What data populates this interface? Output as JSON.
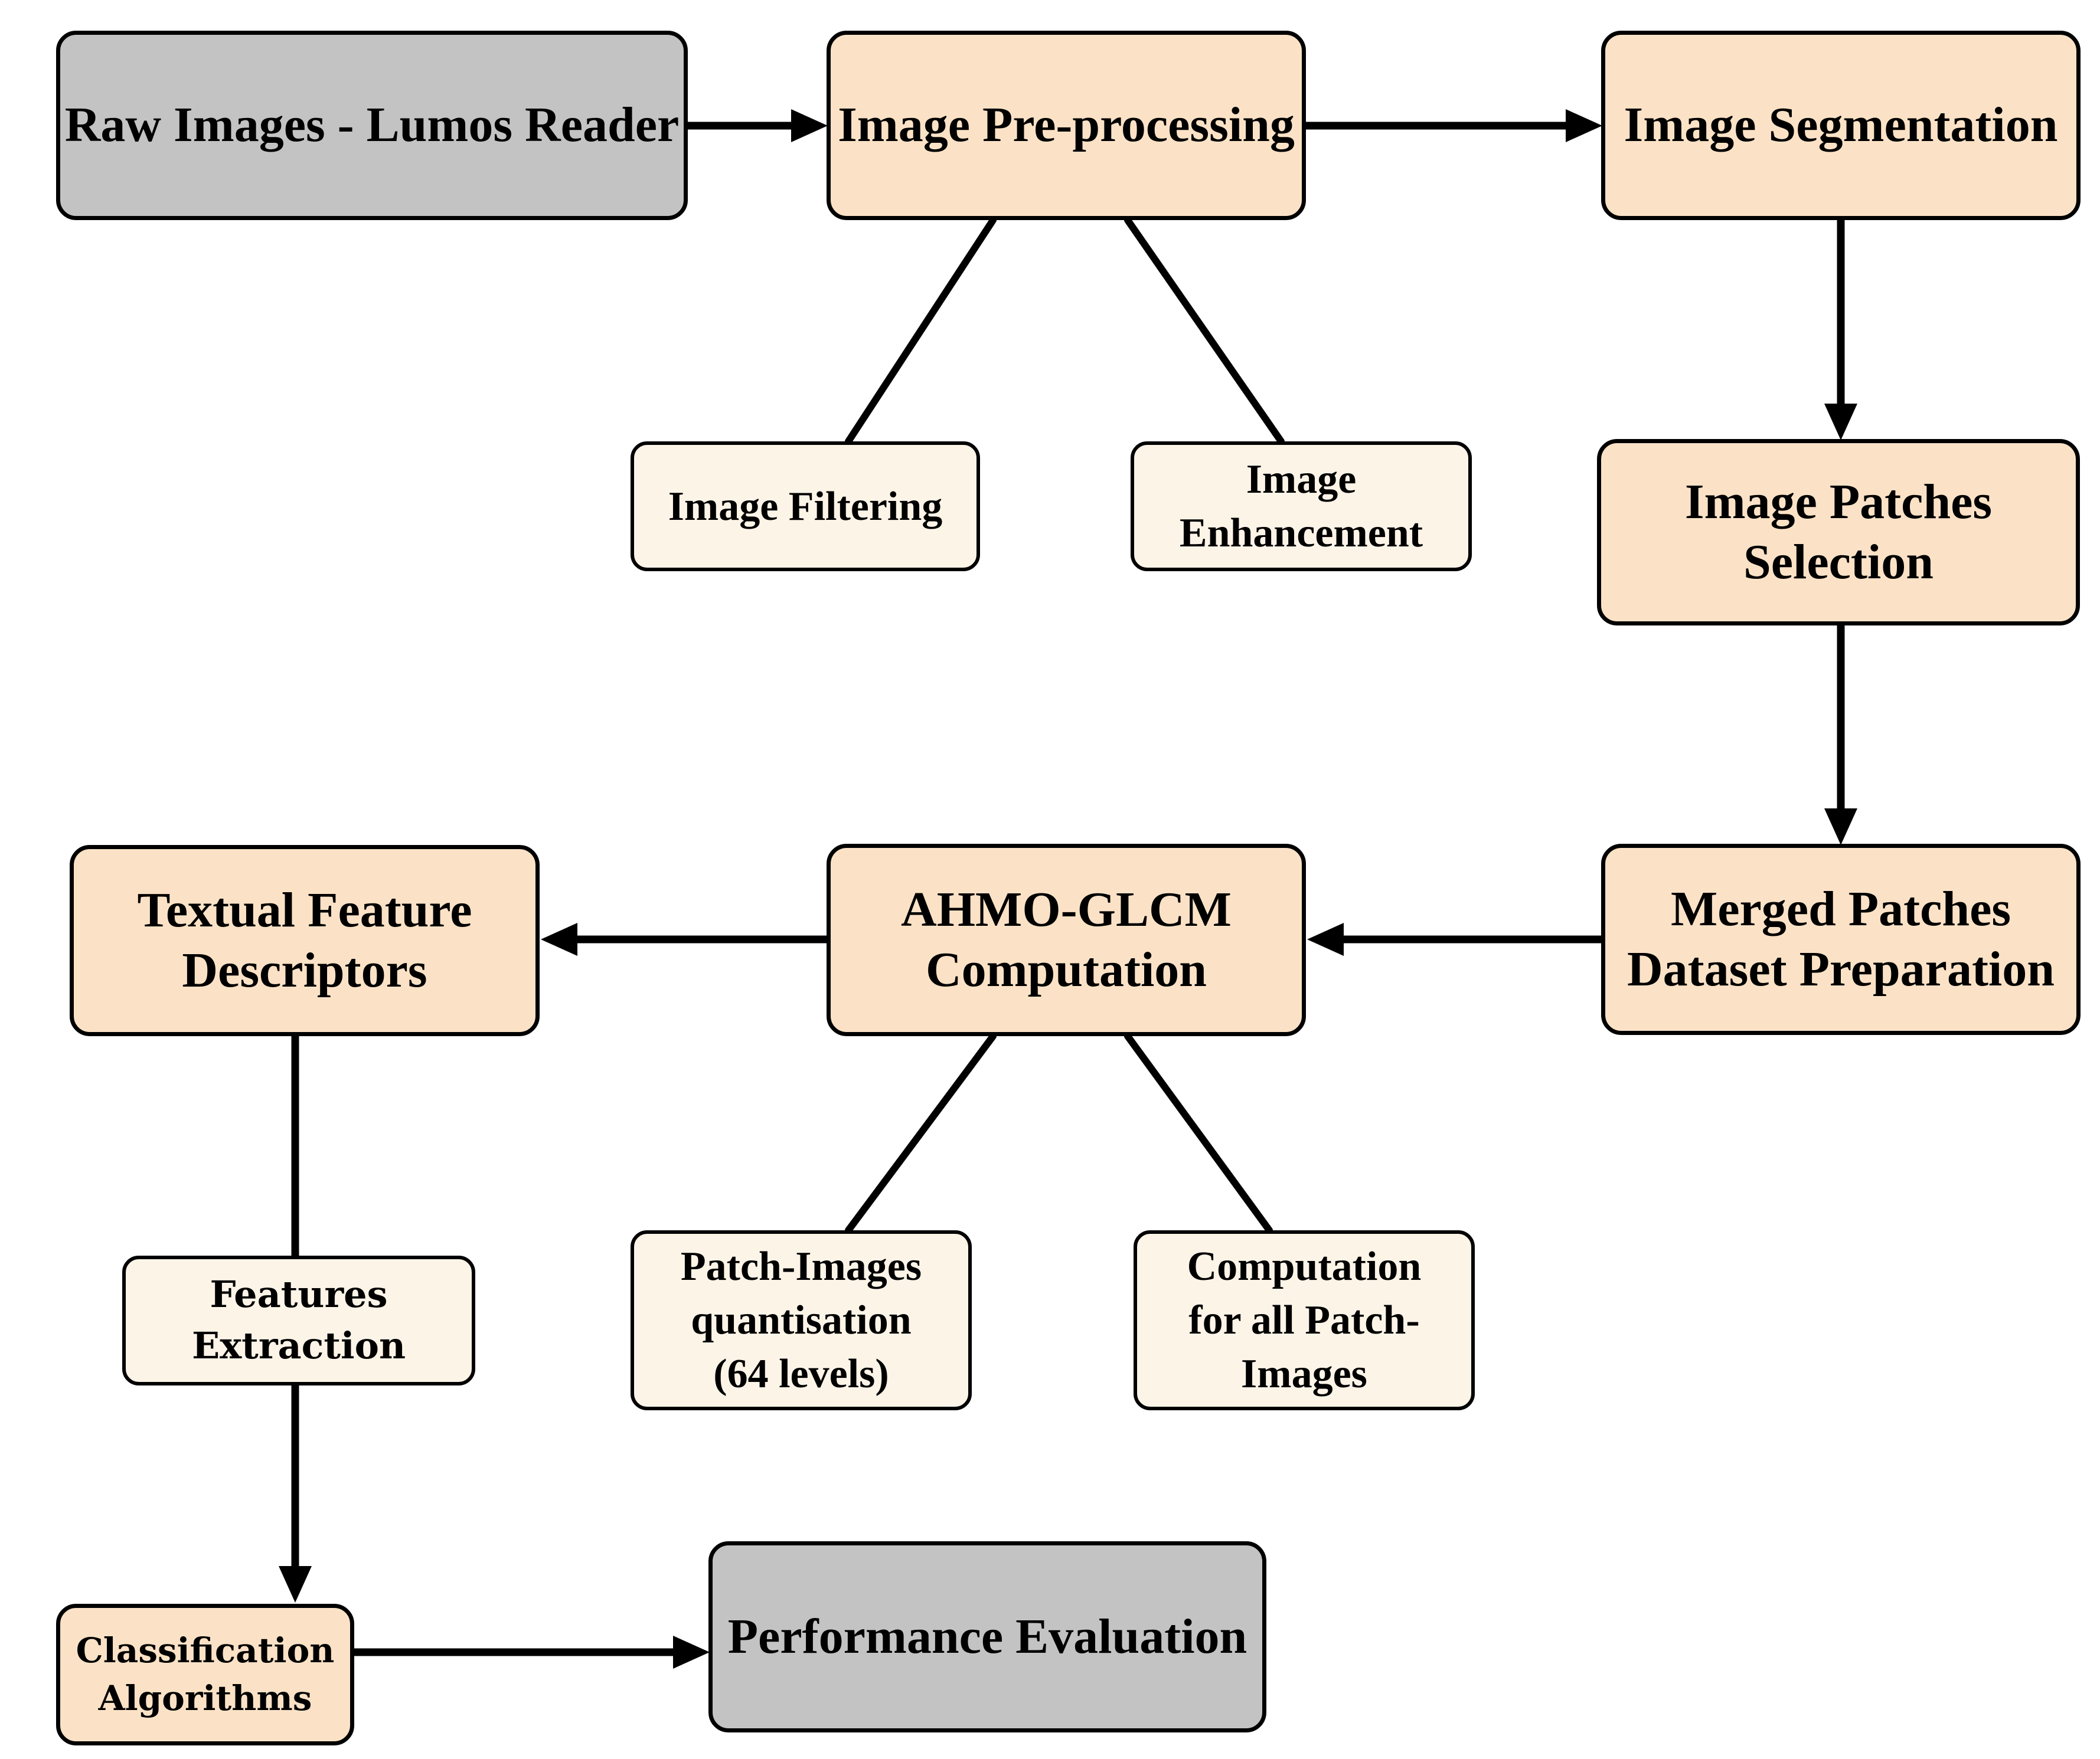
{
  "figure": {
    "background": "#ffffff",
    "colors": {
      "box_gray": "#c3c3c3",
      "box_peach": "#fbe2c6",
      "box_cream": "#fdf4e8",
      "border": "#000000",
      "line": "#000000",
      "text": "#000000"
    },
    "nodes": {
      "raw_images": {
        "label": "Raw Images - Lumos Reader"
      },
      "pre_processing": {
        "label": "Image Pre-processing"
      },
      "segmentation": {
        "label": "Image Segmentation"
      },
      "filtering": {
        "label": "Image Filtering"
      },
      "enhancement": {
        "label": "Image\nEnhancement"
      },
      "patches_selection": {
        "label": "Image Patches\nSelection"
      },
      "textual_descriptors": {
        "label": "Textual Feature\nDescriptors"
      },
      "ahmo_glcm": {
        "label": "AHMO-GLCM\nComputation"
      },
      "merged_patches": {
        "label": "Merged Patches\nDataset Preparation"
      },
      "features_extraction": {
        "label": "Features\nExtraction"
      },
      "quantisation": {
        "label": "Patch-Images\nquantisation\n(64 levels)"
      },
      "computation_all": {
        "label": "Computation\nfor all Patch-\nImages"
      },
      "classification": {
        "label": "Classification\nAlgorithms"
      },
      "performance": {
        "label": "Performance Evaluation"
      }
    },
    "edges": [
      {
        "from": "raw_images",
        "to": "pre_processing",
        "arrow": true
      },
      {
        "from": "pre_processing",
        "to": "segmentation",
        "arrow": true
      },
      {
        "from": "segmentation",
        "to": "patches_selection",
        "arrow": true
      },
      {
        "from": "patches_selection",
        "to": "merged_patches",
        "arrow": true
      },
      {
        "from": "merged_patches",
        "to": "ahmo_glcm",
        "arrow": true
      },
      {
        "from": "ahmo_glcm",
        "to": "textual_descriptors",
        "arrow": true
      },
      {
        "from": "pre_processing",
        "to": "filtering",
        "arrow": false
      },
      {
        "from": "pre_processing",
        "to": "enhancement",
        "arrow": false
      },
      {
        "from": "ahmo_glcm",
        "to": "quantisation",
        "arrow": false
      },
      {
        "from": "ahmo_glcm",
        "to": "computation_all",
        "arrow": false
      },
      {
        "from": "textual_descriptors",
        "to": "features_extraction",
        "arrow": false
      },
      {
        "from": "features_extraction",
        "to": "classification",
        "arrow": true
      },
      {
        "from": "classification",
        "to": "performance",
        "arrow": true
      }
    ]
  }
}
